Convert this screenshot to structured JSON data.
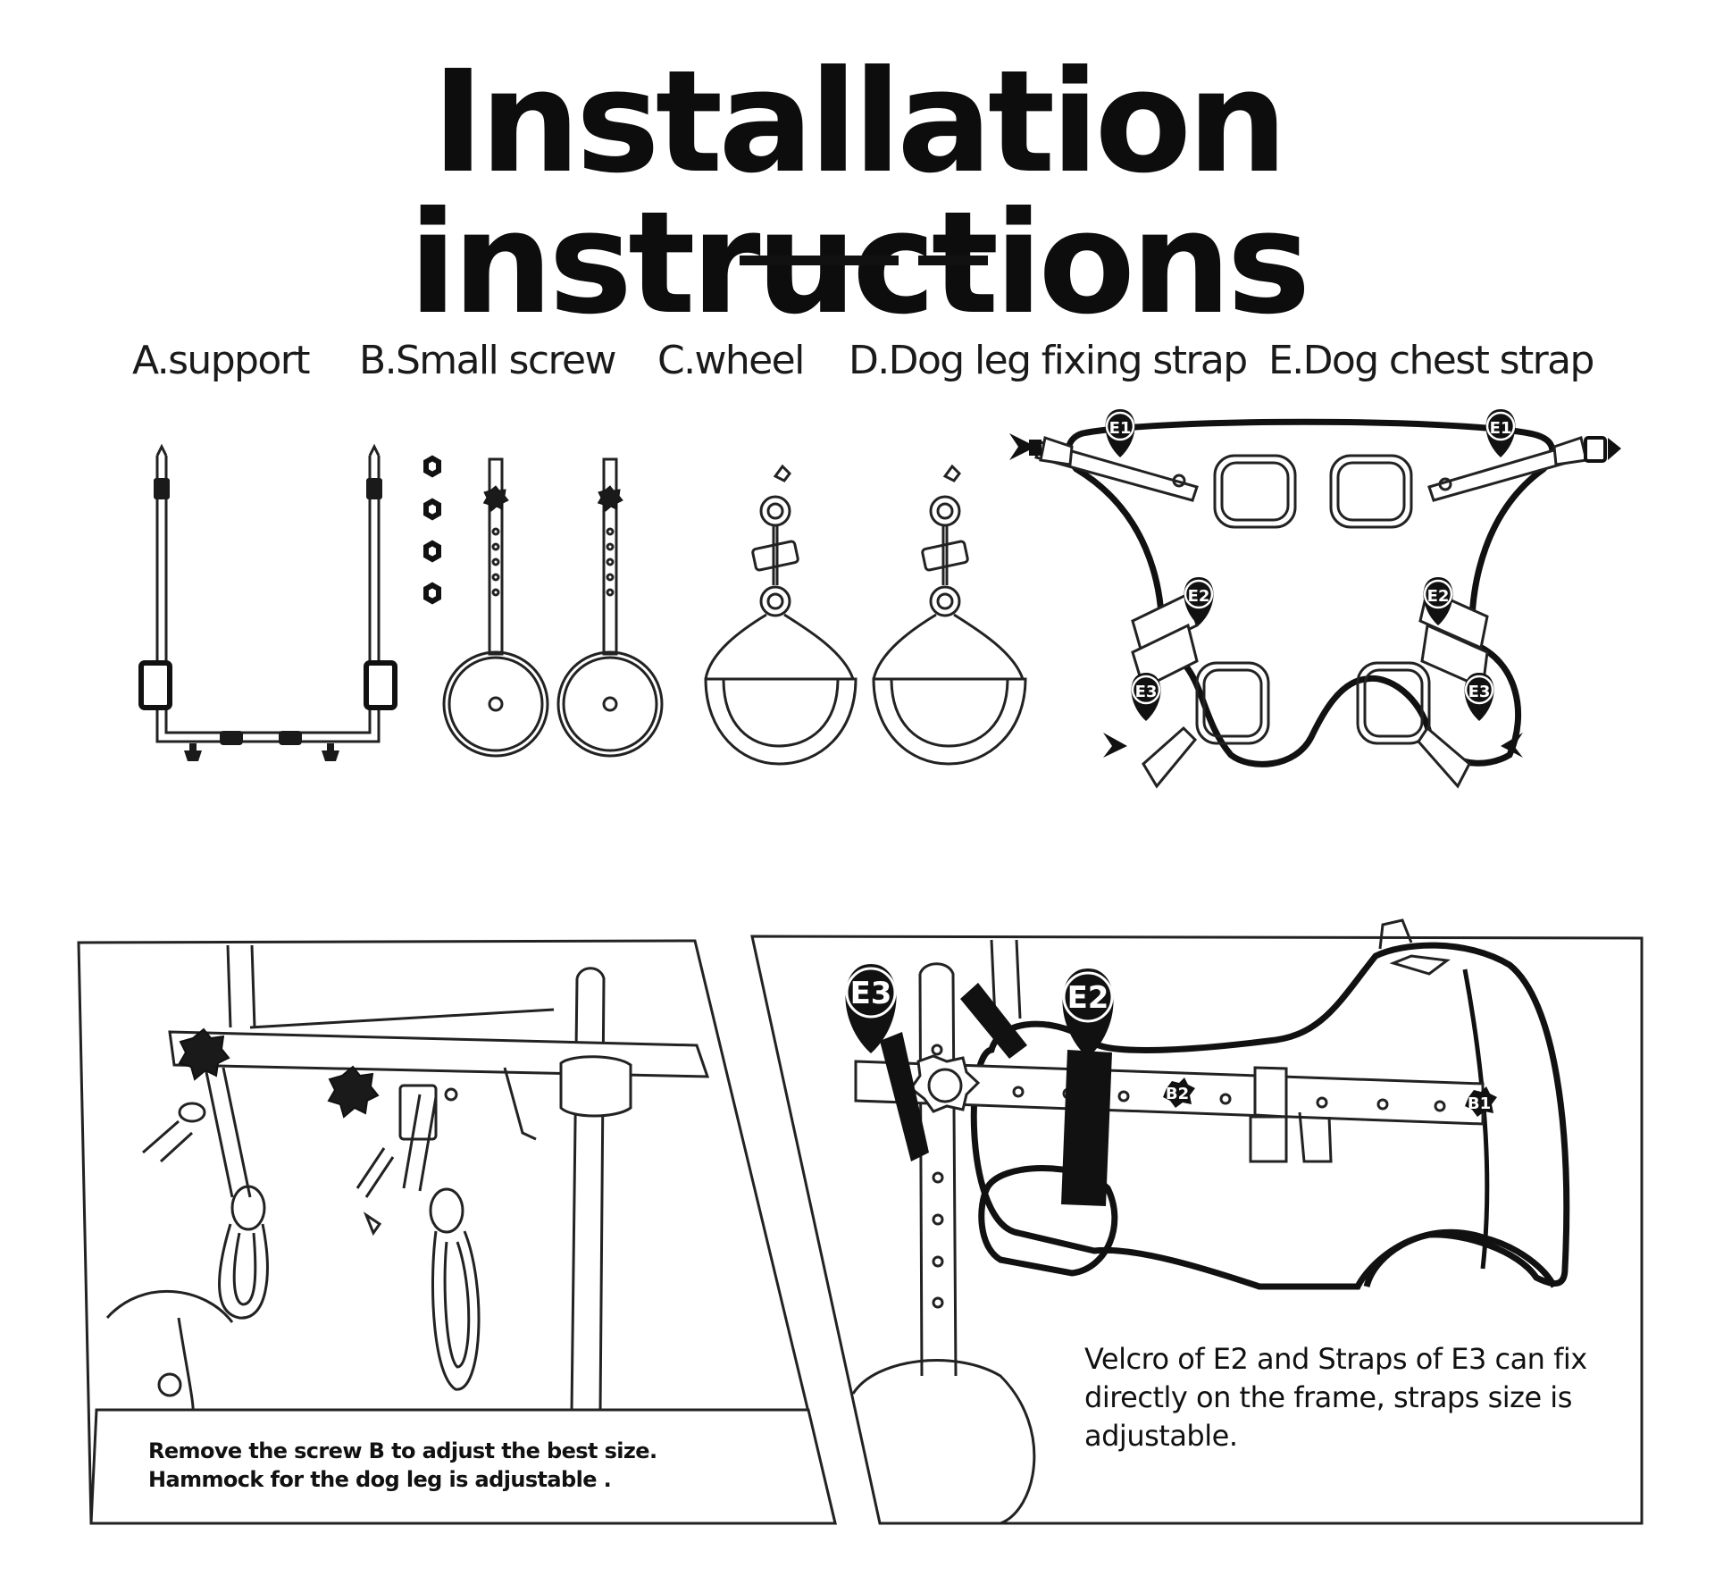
{
  "title": "Installation instructions",
  "parts": [
    {
      "label": "A.support"
    },
    {
      "label": "B.Small screw"
    },
    {
      "label": "C.wheel"
    },
    {
      "label": "D.Dog leg fixing strap"
    },
    {
      "label": "E.Dog chest strap"
    }
  ],
  "markers": {
    "e1": "E1",
    "e2": "E2",
    "e3": "E3",
    "b1": "B1",
    "b2": "B2"
  },
  "captions": {
    "left_line1": "Remove the screw B to adjust the best size.",
    "left_line2": "Hammock for the dog leg is adjustable .",
    "right_line1": "Velcro of E2 and Straps of E3 can fix",
    "right_line2": "directly on the frame, straps size is",
    "right_line3": "adjustable."
  }
}
